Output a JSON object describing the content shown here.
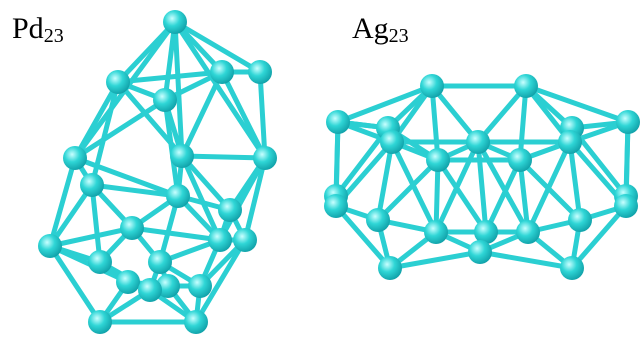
{
  "clusters": [
    {
      "id": "pd",
      "element": "Pd",
      "count": "23"
    },
    {
      "id": "ag",
      "element": "Ag",
      "count": "23"
    }
  ],
  "colors": {
    "atom": "#2fd6d6",
    "atom_highlight": "#c9ffff",
    "atom_shadow": "#0f9ea6",
    "bond": "#2bcfd2"
  },
  "icons": {
    "atom": "sphere",
    "bond": "cylinder"
  }
}
